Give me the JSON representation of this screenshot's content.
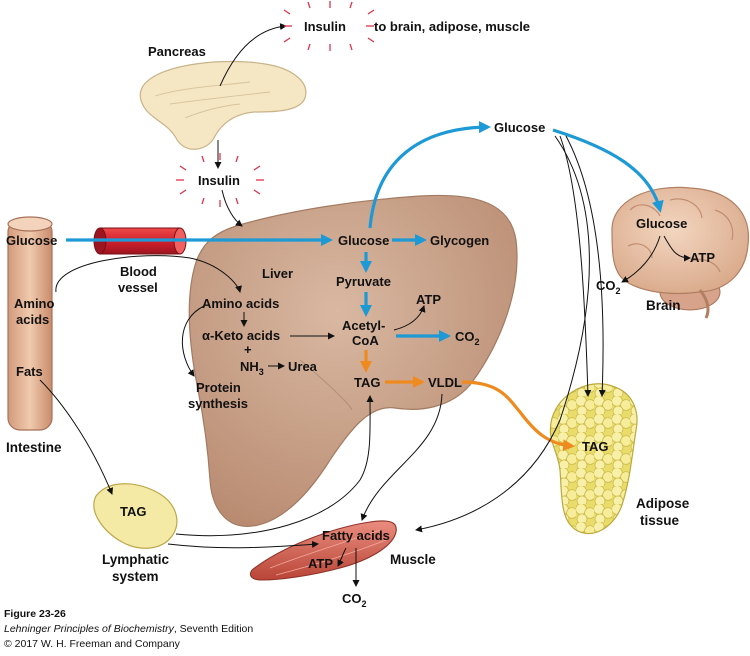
{
  "colors": {
    "flow_glucose": "#1d9ad6",
    "flow_lipid": "#ef8a1e",
    "hormone_burst": "#e0344a",
    "liver": "#c79d84",
    "vessel": "#d3202d",
    "adipose": "#f3ea8a",
    "pancreas": "#f5e6c4",
    "brain": "#e8c3a7",
    "muscle": "#d8685a",
    "intestine": "#e3b597",
    "lymphatic": "#f4eaa6"
  },
  "labels": {
    "pancreas": "Pancreas",
    "insulin_top": "Insulin",
    "insulin_targets": "to brain, adipose, muscle",
    "insulin_mid": "Insulin",
    "glucose_top": "Glucose",
    "glucose_intestine": "Glucose",
    "blood_vessel_line1": "Blood",
    "blood_vessel_line2": "vessel",
    "amino_acids_intestine_line1": "Amino",
    "amino_acids_intestine_line2": "acids",
    "fats": "Fats",
    "intestine": "Intestine",
    "liver": "Liver",
    "glucose_liver": "Glucose",
    "glycogen": "Glycogen",
    "pyruvate": "Pyruvate",
    "atp_liver": "ATP",
    "amino_acids_liver": "Amino acids",
    "keto_acids": "α-Keto acids",
    "plus": "+",
    "nh3": "NH",
    "nh3_sub": "3",
    "urea": "Urea",
    "acetyl_coa_line1": "Acetyl-",
    "acetyl_coa_line2": "CoA",
    "co2_liver": "CO",
    "co2_liver_sub": "2",
    "protein_synthesis_line1": "Protein",
    "protein_synthesis_line2": "synthesis",
    "tag_liver": "TAG",
    "vldl": "VLDL",
    "glucose_brain": "Glucose",
    "atp_brain": "ATP",
    "co2_brain": "CO",
    "co2_brain_sub": "2",
    "brain": "Brain",
    "tag_adipose": "TAG",
    "adipose_line1": "Adipose",
    "adipose_line2": "tissue",
    "tag_lymph": "TAG",
    "lymphatic_line1": "Lymphatic",
    "lymphatic_line2": "system",
    "fatty_acids": "Fatty acids",
    "atp_muscle": "ATP",
    "muscle": "Muscle",
    "co2_muscle": "CO",
    "co2_muscle_sub": "2"
  },
  "caption": {
    "figure": "Figure 23-26",
    "book": "Lehninger Principles of Biochemistry",
    "edition": ", Seventh Edition",
    "copyright": "© 2017 W. H. Freeman and Company"
  }
}
